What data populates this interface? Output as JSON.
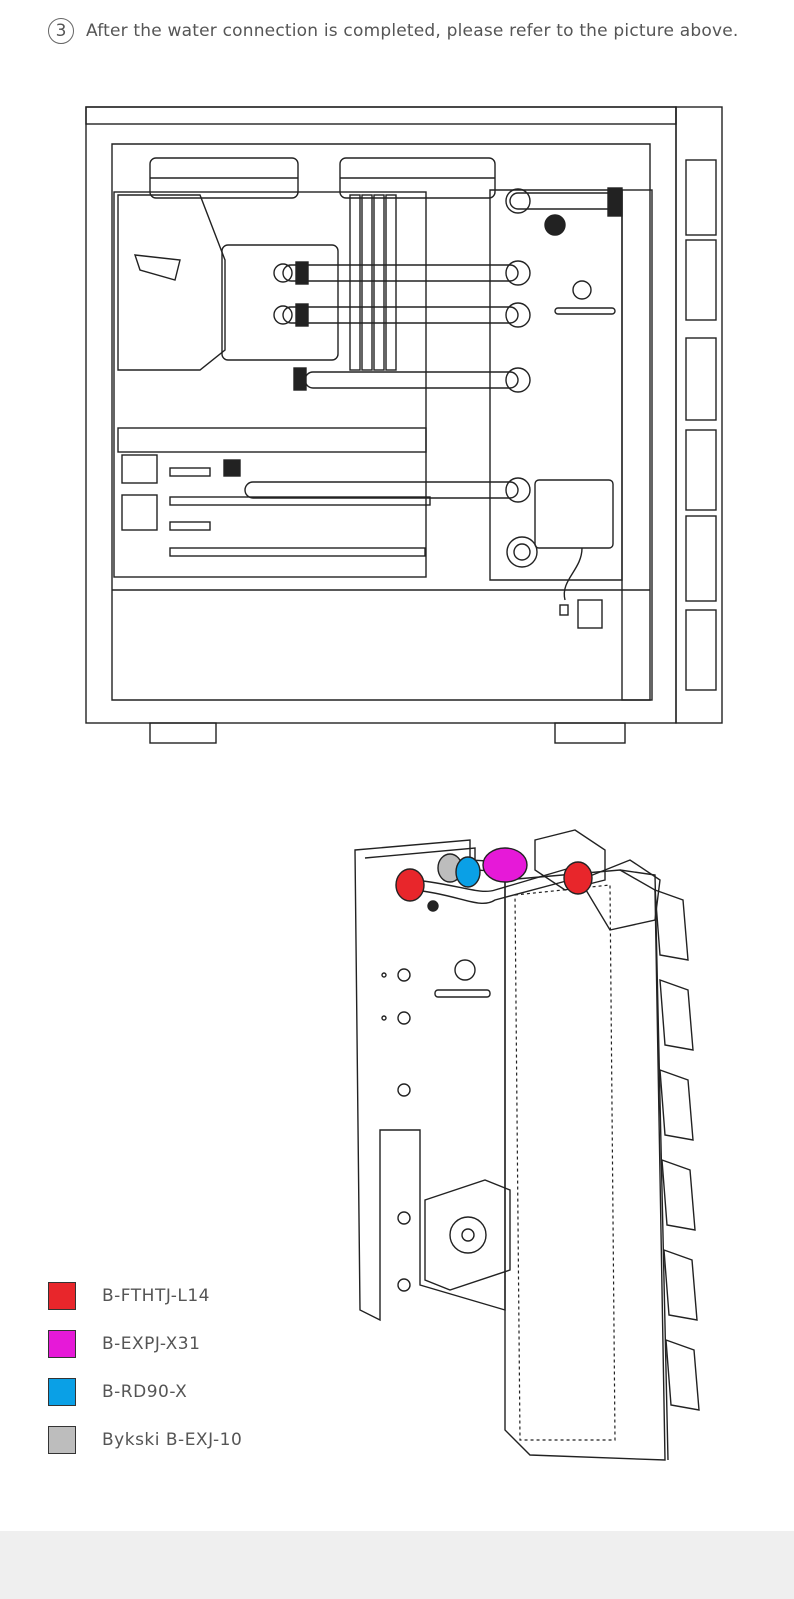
{
  "step": {
    "number": "3",
    "text": "After the water connection is completed, please refer to the picture above."
  },
  "legend": [
    {
      "label": "B-FTHTJ-L14",
      "color": "#e8262b"
    },
    {
      "label": "B-EXPJ-X31",
      "color": "#e619d8"
    },
    {
      "label": "B-RD90-X",
      "color": "#0aa0e6"
    },
    {
      "label": "Bykski B-EXJ-10",
      "color": "#bdbdbd"
    }
  ],
  "colors": {
    "line": "#222222",
    "fitting_red": "#e8262b",
    "fitting_magenta": "#e619d8",
    "fitting_blue": "#0aa0e6",
    "fitting_gray": "#bdbdbd",
    "footer": "#efefef"
  }
}
